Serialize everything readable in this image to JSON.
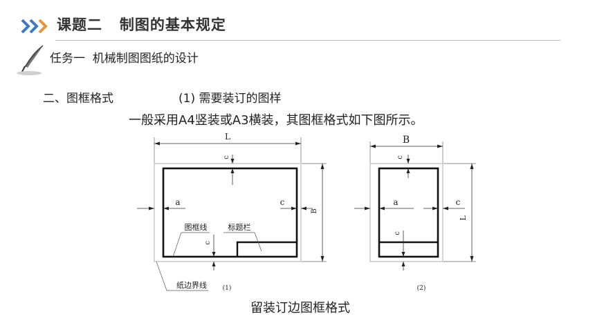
{
  "header": {
    "title": "课题二   制图的基本规定"
  },
  "task": {
    "title": "任务一  机械制图图纸的设计"
  },
  "section": {
    "title": "二、图框格式",
    "subtitle": "(1) 需要装订的图样"
  },
  "body": {
    "line1": "一般采用A4竖装或A3横装，其图框格式如下图所示。"
  },
  "figure": {
    "left": {
      "dim_top": "L",
      "dim_right": "B",
      "label_a": "a",
      "label_c_top": "c",
      "label_c_right": "c",
      "label_c_bottom": "c",
      "label_frame": "图框线",
      "label_title_block": "标题栏",
      "label_paper": "纸边界线",
      "number": "(1)"
    },
    "right": {
      "dim_top": "B",
      "dim_right": "L",
      "label_a": "a",
      "label_c_top": "c",
      "label_c_right": "c",
      "label_c_bottom": "c",
      "number": "(2)"
    }
  },
  "caption": "留装订边图框格式",
  "colors": {
    "chevron_blue": "#3c78c8",
    "chevron_orange": "#e9933a"
  }
}
